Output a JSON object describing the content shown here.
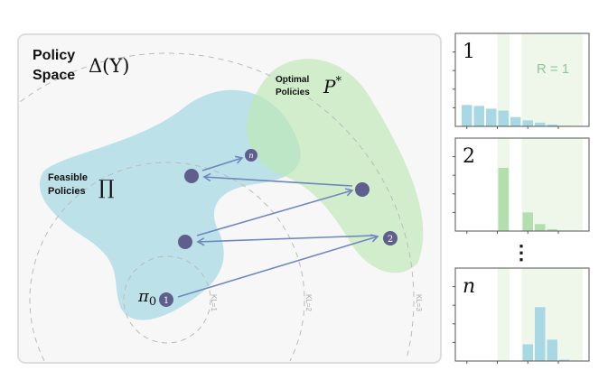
{
  "policy_space": {
    "title_line1": "Policy",
    "title_line2": "Space",
    "symbol": "Δ(Y)"
  },
  "feasible": {
    "line1": "Feasible",
    "line2": "Policies",
    "symbol": "∏"
  },
  "optimal": {
    "line1": "Optimal",
    "line2": "Policies",
    "symbol": "P",
    "superscript": "*"
  },
  "start_policy": {
    "symbol": "π",
    "subscript": "0"
  },
  "points": {
    "first": "1",
    "second": "2",
    "last": "n"
  },
  "kl_labels": [
    "KL=1",
    "KL=2",
    "KL=3"
  ],
  "colors": {
    "feasible": "#a9d9e4",
    "optimal": "#bde8b6",
    "point": "#5f5f8e",
    "arrow": "#6f87bf",
    "bar_blue": "#a8d8e4",
    "bar_green": "#b3dfae",
    "band": "#eef7ea",
    "r_label": "#8cc79a"
  },
  "ellipsis": "⋮",
  "chart_data": {
    "type": "bar",
    "bins": 10,
    "ylim": [
      0,
      1
    ],
    "yticks": [
      0.2,
      0.4,
      0.6,
      0.8
    ],
    "xticks_at_bins": [
      1,
      3.5,
      6,
      8.5
    ],
    "reward_band_bins": [
      4,
      6,
      7,
      8,
      9,
      10
    ],
    "reward_label": "R = 1",
    "panels": [
      {
        "label": "1",
        "color": "blue",
        "values": [
          0.23,
          0.22,
          0.19,
          0.17,
          0.1,
          0.065,
          0.04,
          0.02,
          0.006,
          0
        ]
      },
      {
        "label": "2",
        "color": "green",
        "values": [
          0,
          0,
          0,
          0.68,
          0,
          0.2,
          0.075,
          0.02,
          0,
          0
        ]
      },
      {
        "label": "n",
        "color": "blue",
        "values": [
          0,
          0,
          0,
          0,
          0,
          0.18,
          0.58,
          0.23,
          0.015,
          0
        ]
      }
    ]
  }
}
